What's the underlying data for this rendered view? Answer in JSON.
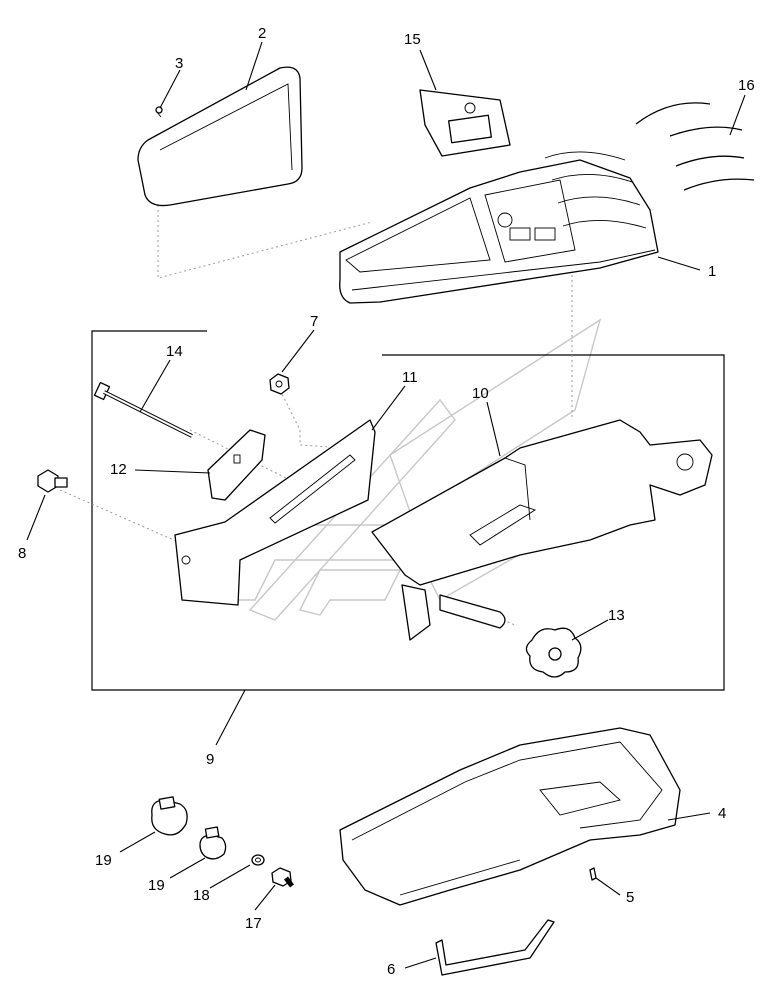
{
  "diagram": {
    "callouts": [
      {
        "id": "c1",
        "text": "1"
      },
      {
        "id": "c2",
        "text": "2"
      },
      {
        "id": "c3",
        "text": "3"
      },
      {
        "id": "c4",
        "text": "4"
      },
      {
        "id": "c5",
        "text": "5"
      },
      {
        "id": "c6",
        "text": "6"
      },
      {
        "id": "c7",
        "text": "7"
      },
      {
        "id": "c8",
        "text": "8"
      },
      {
        "id": "c9",
        "text": "9"
      },
      {
        "id": "c10",
        "text": "10"
      },
      {
        "id": "c11",
        "text": "11"
      },
      {
        "id": "c12",
        "text": "12"
      },
      {
        "id": "c13",
        "text": "13"
      },
      {
        "id": "c14",
        "text": "14"
      },
      {
        "id": "c15",
        "text": "15"
      },
      {
        "id": "c16",
        "text": "16"
      },
      {
        "id": "c17",
        "text": "17"
      },
      {
        "id": "c18",
        "text": "18"
      },
      {
        "id": "c19a",
        "text": "19"
      },
      {
        "id": "c19b",
        "text": "19"
      }
    ]
  }
}
